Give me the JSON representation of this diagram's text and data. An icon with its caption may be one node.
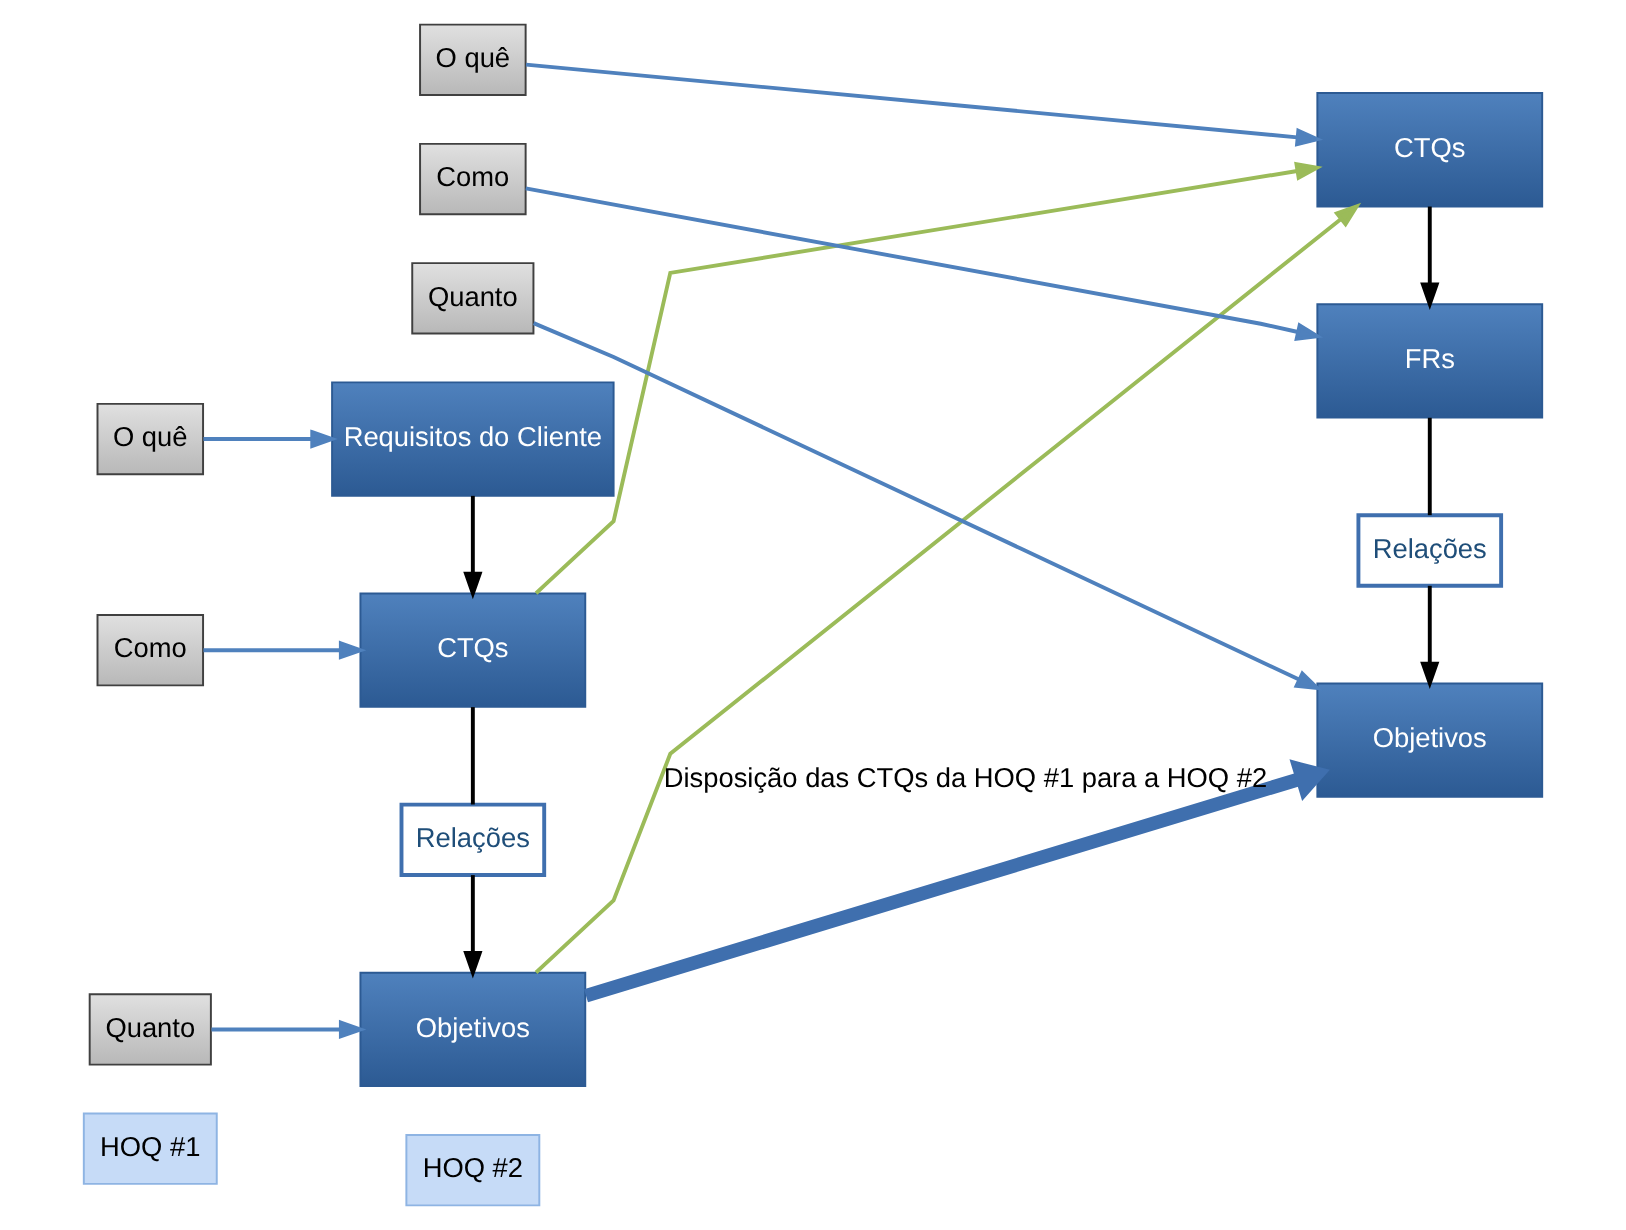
{
  "diagram": {
    "nodes": [
      {
        "text": [
          "HOQ #1"
        ]
      },
      {
        "text": [
          "HOQ #2"
        ]
      },
      {
        "text": [
          "Como"
        ]
      },
      {
        "text": [
          "O quê"
        ]
      },
      {
        "text": [
          "CTQs"
        ]
      },
      {
        "text": [
          "Requisitos do Cliente"
        ]
      },
      {
        "text": [
          "Relações"
        ]
      },
      {
        "text": [
          "Quanto"
        ]
      },
      {
        "text": [
          "Objetivos"
        ]
      },
      {
        "text": [
          "Como"
        ]
      },
      {
        "text": [
          "O quê"
        ]
      },
      {
        "text": [
          "FRs"
        ]
      },
      {
        "text": [
          "CTQs"
        ]
      },
      {
        "text": [
          "Relações"
        ]
      },
      {
        "text": [
          "Quanto"
        ]
      },
      {
        "text": [
          "Objetivos"
        ]
      }
    ],
    "edges": [
      {
        "from": 2,
        "to": 4,
        "arrow": "to"
      },
      {
        "from": 3,
        "to": 5,
        "arrow": "to"
      },
      {
        "from": 5,
        "to": 4,
        "arrow": "to",
        "color": "#000000"
      },
      {
        "from": 4,
        "to": 6,
        "arrow": "none",
        "color": "#000000"
      },
      {
        "from": 6,
        "to": 8,
        "arrow": "to",
        "color": "#000000"
      },
      {
        "from": 7,
        "to": 8,
        "arrow": "to"
      },
      {
        "from": 4,
        "to": 12,
        "arrow": "to",
        "color": "#9bbb59"
      },
      {
        "from": 8,
        "to": 12,
        "arrow": "to",
        "color": "#9bbb59"
      },
      {
        "from": 9,
        "to": 11,
        "arrow": "to"
      },
      {
        "from": 10,
        "to": 12,
        "arrow": "to"
      },
      {
        "from": 12,
        "to": 11,
        "arrow": "to",
        "color": "#000000"
      },
      {
        "from": 11,
        "to": 13,
        "arrow": "none",
        "color": "#000000"
      },
      {
        "from": 13,
        "to": 15,
        "arrow": "to",
        "color": "#000000"
      },
      {
        "from": 14,
        "to": 15,
        "arrow": "to"
      },
      {
        "from": 8,
        "to": 15,
        "arrow": "to",
        "style": "thick",
        "color": "#3f6fae",
        "label": "Disposição das CTQs da HOQ #1 para a HOQ #2"
      }
    ]
  }
}
